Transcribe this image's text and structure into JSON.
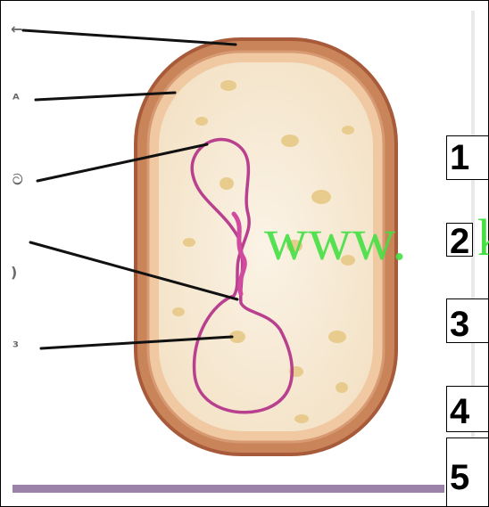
{
  "diagram": {
    "labels": [
      "1",
      "2",
      "3",
      "4",
      "5"
    ],
    "watermark": "www.",
    "watermark_tail": "k",
    "left_glyphs": [
      "←",
      "ᴬ",
      "ට",
      ")",
      "³"
    ],
    "colors": {
      "cell_wall": "#b96a45",
      "cytoplasm": "#f7ecd9",
      "granules": "#e8cc8a",
      "dna": "#b8408f",
      "watermark": "#44e044",
      "bottom_bar": "#8a6c9a"
    }
  }
}
